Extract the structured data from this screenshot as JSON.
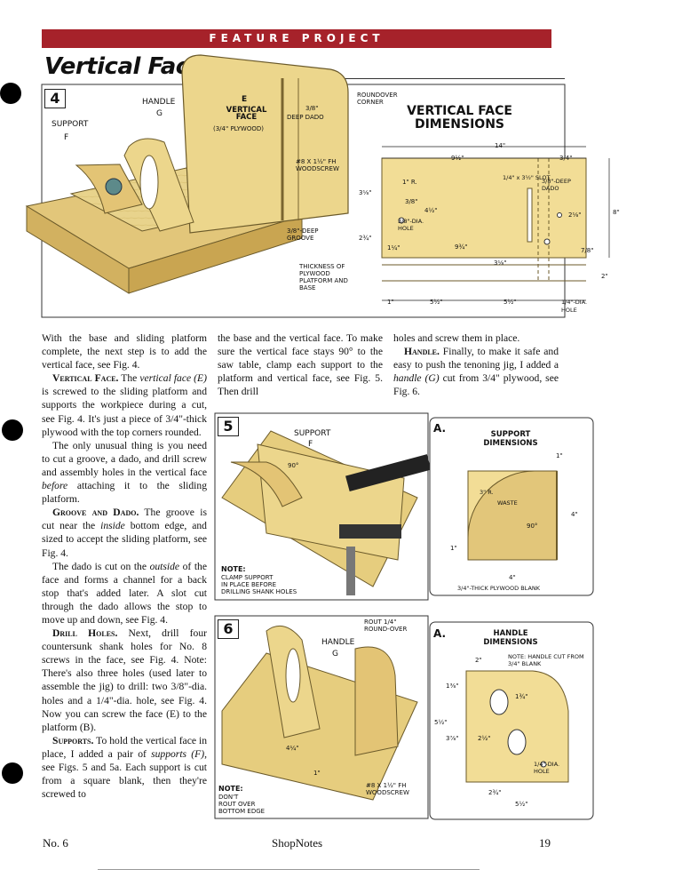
{
  "banner": "FEATURE PROJECT",
  "title": "Vertical Face",
  "fig4": {
    "num": "4",
    "labels": {
      "handle": "HANDLE",
      "handle_letter": "G",
      "support": "SUPPORT",
      "support_letter": "F",
      "face_letter": "E",
      "face_name": "VERTICAL FACE",
      "face_spec": "(3/4\" PLYWOOD)",
      "dado_size": "3/8\"",
      "deep_dado": "DEEP DADO",
      "screw": "#8 x 1½\" Fh WOODSCREW",
      "groove": "3/8\"-DEEP GROOVE",
      "thickness": "THICKNESS OF PLYWOOD PLATFORM AND BASE",
      "roundover": "ROUNDOVER CORNER"
    },
    "dimensions_title": "VERTICAL FACE DIMENSIONS",
    "dims": {
      "overall_width": "14\"",
      "width_a": "9½\"",
      "width_b": "3/4\"",
      "slot": "1/4\" x 3½\" SLOT",
      "dado": "3/8\"-DEEP DADO",
      "radius": "1\" R.",
      "in_38": "3/8\"",
      "h_338": "3⅛\"",
      "v_412": "4½\"",
      "hole": "3/8\"-DIA. HOLE",
      "v_234": "2¾\"",
      "v_114": "1¼\"",
      "w_934": "9¾\"",
      "v_318": "3⅛\"",
      "v_218": "2⅛\"",
      "v_78": "7/8\"",
      "height": "8\"",
      "bottom": "2\"",
      "b_1": "1\"",
      "b_512a": "5½\"",
      "b_512b": "5½\"",
      "small_hole": "1/4\"-DIA. HOLE"
    }
  },
  "fig5": {
    "num": "5",
    "support": "SUPPORT",
    "support_letter": "F",
    "angle": "90°",
    "note_title": "NOTE:",
    "note": [
      "CLAMP SUPPORT",
      "IN PLACE BEFORE",
      "DRILLING SHANK HOLES"
    ],
    "detail_label": "a.",
    "detail_title": "SUPPORT DIMENSIONS",
    "waste": "WASTE",
    "radius": "3\" R.",
    "d_1top": "1\"",
    "d_4right": "4\"",
    "d_90": "90°",
    "d_1left": "1\"",
    "d_4bottom": "4\"",
    "blank": "3/4\"-THICK PLYWOOD BLANK"
  },
  "fig6": {
    "num": "6",
    "rout": "ROUT 1/4\" ROUND-OVER",
    "handle": "HANDLE",
    "handle_letter": "G",
    "d_414": "4¼\"",
    "d_1": "1\"",
    "note_title": "NOTE:",
    "note": [
      "DON'T",
      "ROUT OVER",
      "BOTTOM EDGE"
    ],
    "screw": "#8 x 1½\" Fh WOODSCREW",
    "detail_label": "a.",
    "detail_title": "HANDLE DIMENSIONS",
    "note2": "NOTE: HANDLE CUT FROM 3/4\" BLANK",
    "d_2": "2\"",
    "d_138": "1⅜\"",
    "d_134": "1¾\"",
    "d_512v": "5½\"",
    "d_378": "3⅞\"",
    "d_212": "2½\"",
    "hole": "1/4\"-DIA. HOLE",
    "d_234": "2¾\"",
    "d_512h": "5½\""
  },
  "text": {
    "c1": {
      "p1": "With the base and sliding platform complete, the next step is to add the vertical face, see Fig. 4.",
      "h2": "Vertical Face.",
      "p2a": " The ",
      "p2i": "vertical face (E)",
      "p2b": " is screwed to the sliding platform and supports the workpiece during a cut, see Fig. 4. It's just a piece of 3/4\"-thick plywood with the top corners rounded.",
      "p3a": "The only unusual thing is you need to cut a groove, a dado, and drill screw and assembly holes in the vertical face ",
      "p3i": "before",
      "p3b": " attaching it to the sliding platform.",
      "h4": "Groove and Dado.",
      "p4a": " The groove is cut near the ",
      "p4i": "inside",
      "p4b": " bottom edge, and sized to accept the sliding platform, see Fig. 4.",
      "p5a": "The dado is cut on the ",
      "p5i": "outside",
      "p5b": " of the face and forms a channel for a back stop that's added later. A slot cut through the dado allows the stop to move up and down, see Fig. 4.",
      "h6": "Drill Holes.",
      "p6": " Next, drill four countersunk shank holes for No. 8 screws in the face, see Fig. 4. Note: There's also three holes (used later to assemble the jig) to drill: two 3/8\"-dia. holes and a 1/4\"-dia. hole, see Fig. 4. Now you can screw the face (E) to the platform (B).",
      "h7": "Supports.",
      "p7a": " To hold the vertical face in place, I added a pair of ",
      "p7i": "supports (F)",
      "p7b": ", see Figs. 5 and 5a. Each support is cut from a square blank, then they're screwed to"
    },
    "c2": "the base and the vertical face. To make sure the vertical face stays 90° to the saw table, clamp each support to the platform and vertical face, see Fig. 5. Then drill",
    "c3a": "holes and screw them in place.",
    "c3h": "Handle.",
    "c3b": " Finally, to make it safe and easy to push the tenoning jig, I added a ",
    "c3i": "handle (G)",
    "c3c": " cut from 3/4\" plywood, see Fig. 6."
  },
  "footer": {
    "left": "No. 6",
    "center": "ShopNotes",
    "right": "19"
  }
}
